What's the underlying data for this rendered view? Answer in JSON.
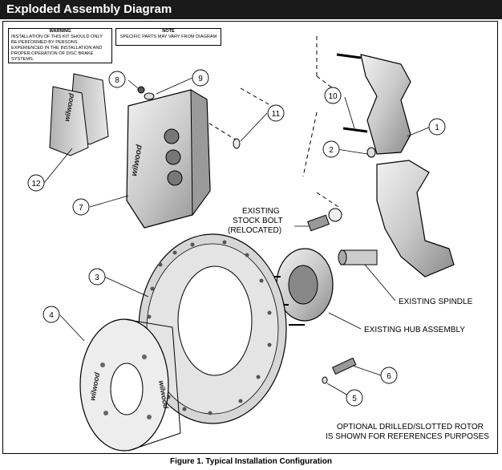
{
  "title": "Exploded Assembly Diagram",
  "warning": {
    "heading": "WARNING",
    "body": "INSTALLATION OF THIS KIT SHOULD ONLY BE PERFORMED BY PERSONS EXPERIENCED IN THE INSTALLATION AND PROPER OPERATION OF DISC BRAKE SYSTEMS."
  },
  "note": {
    "heading": "NOTE",
    "body": "SPECIFIC PARTS MAY VARY FROM DIAGRAM"
  },
  "callouts": {
    "c1": "1",
    "c2": "2",
    "c3": "3",
    "c4": "4",
    "c5": "5",
    "c6": "6",
    "c7": "7",
    "c8": "8",
    "c9": "9",
    "c10": "10",
    "c11": "11",
    "c12": "12"
  },
  "labels": {
    "stock_bolt_1": "EXISTING",
    "stock_bolt_2": "STOCK BOLT",
    "stock_bolt_3": "(RELOCATED)",
    "spindle": "EXISTING SPINDLE",
    "hub": "EXISTING HUB ASSEMBLY",
    "rotor_note_1": "OPTIONAL DRILLED/SLOTTED ROTOR",
    "rotor_note_2": "IS SHOWN FOR REFERENCES PURPOSES"
  },
  "brand_marks": [
    "wilwood",
    "wilwood",
    "wilwood",
    "wilwood"
  ],
  "caption": "Figure 1.  Typical Installation Configuration"
}
